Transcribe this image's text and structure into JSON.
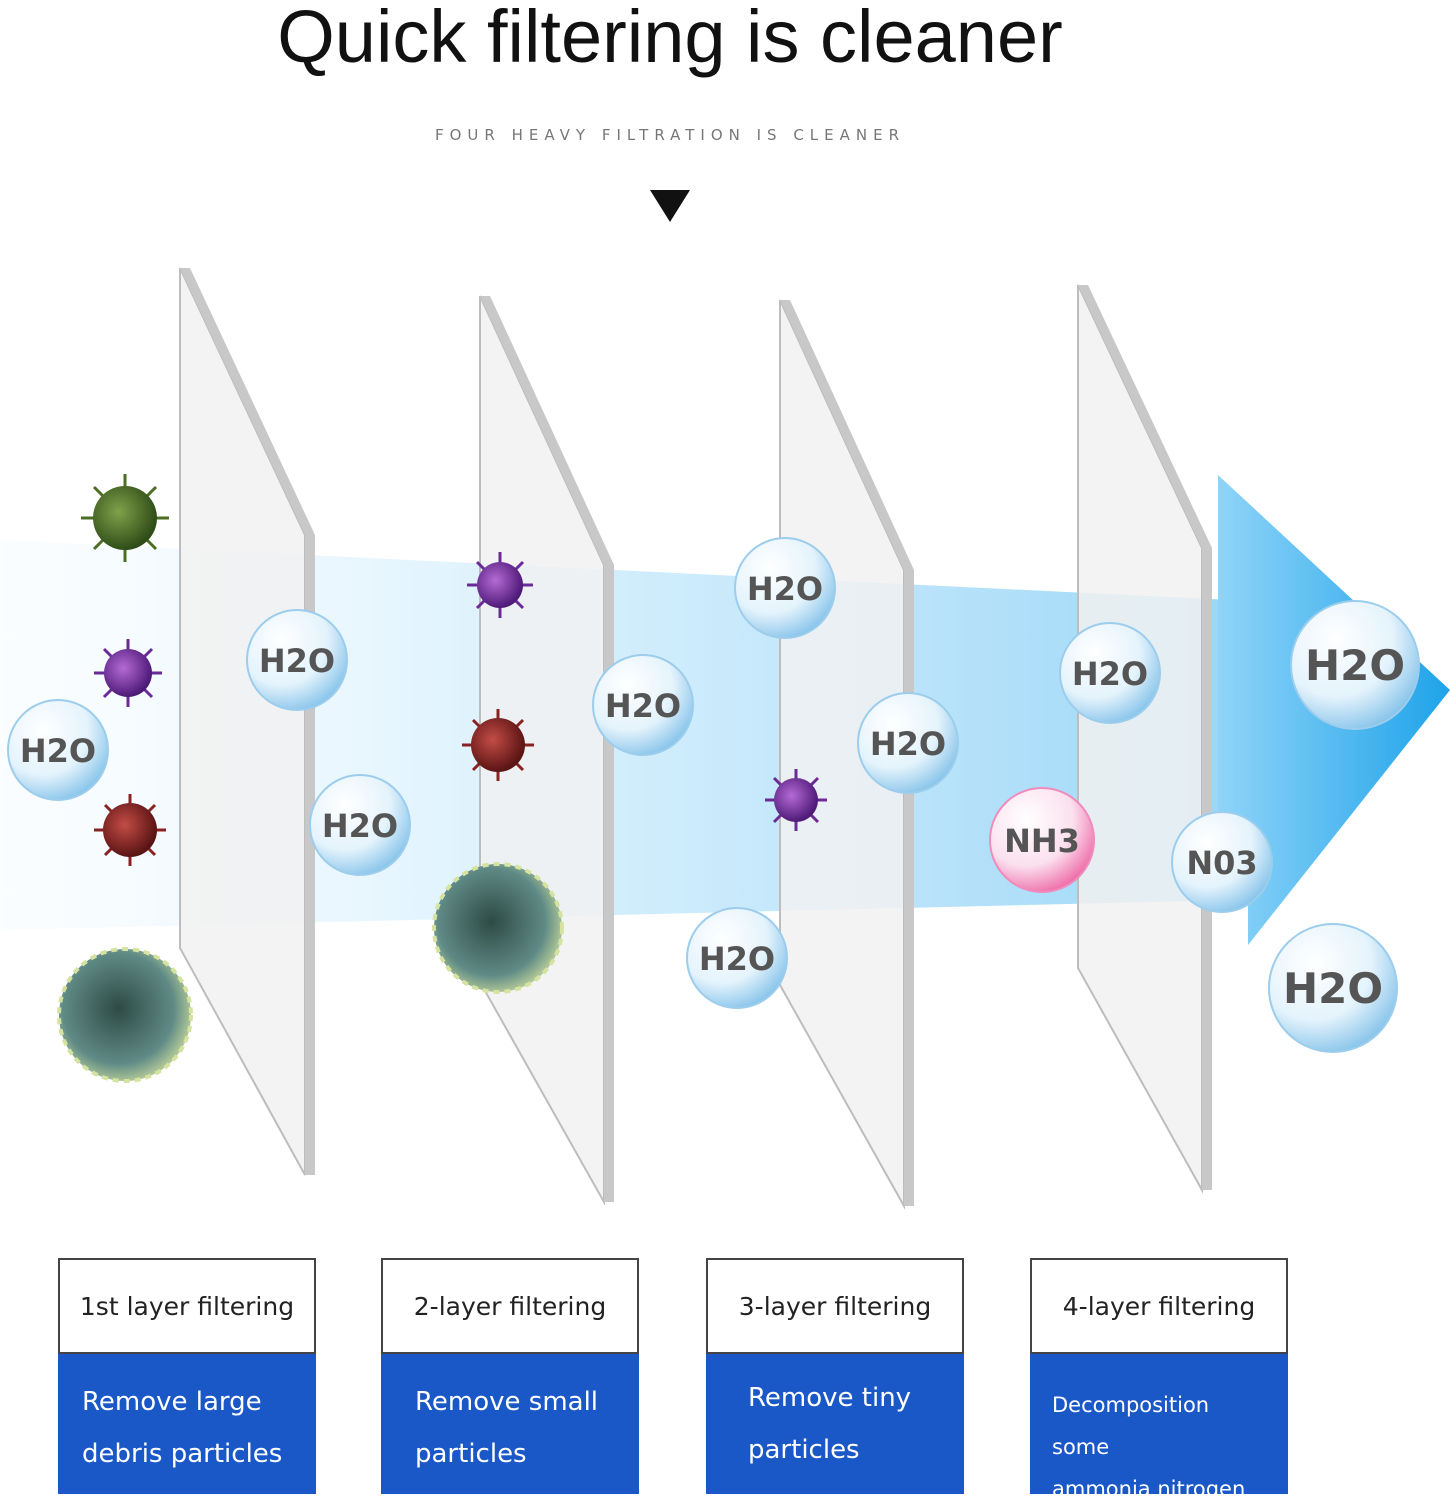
{
  "header": {
    "title": "Quick filtering is cleaner",
    "subtitle": "FOUR HEAVY FILTRATION IS CLEANER"
  },
  "molecules": {
    "water": "H2O",
    "ammonia": "NH3",
    "nitrate": "N03"
  },
  "colors": {
    "flow": "#2aa8ea",
    "card_blue": "#1a58c8",
    "ammonia_bubble": "#f06aa8"
  },
  "layers": [
    {
      "title": "1st layer filtering",
      "desc": [
        "Remove large",
        "debris particles"
      ]
    },
    {
      "title": "2-layer filtering",
      "desc": [
        "Remove small",
        "particles"
      ]
    },
    {
      "title": "3-layer filtering",
      "desc": [
        "Remove tiny",
        "particles"
      ]
    },
    {
      "title": "4-layer filtering",
      "desc": [
        "Decomposition some",
        "ammonia nitrogen"
      ]
    }
  ]
}
